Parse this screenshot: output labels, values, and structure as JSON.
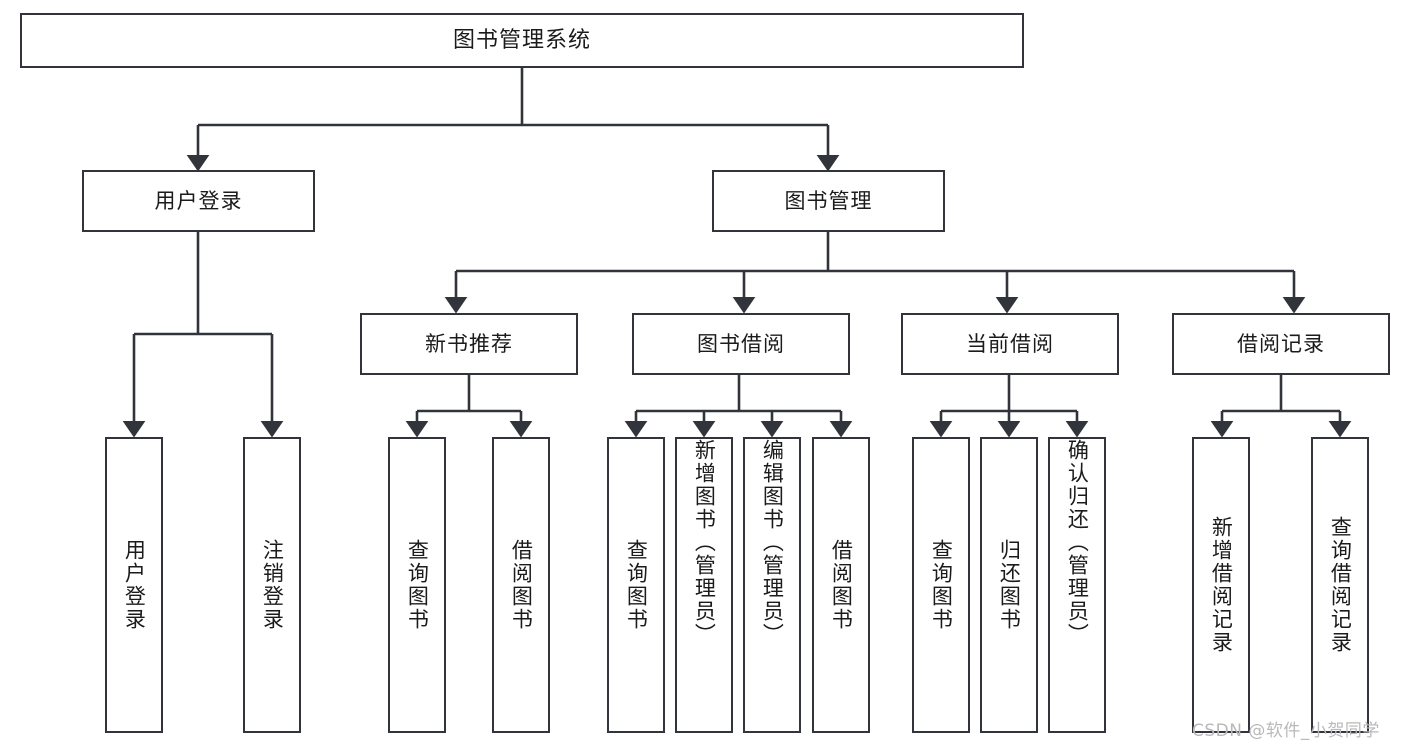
{
  "diagram": {
    "type": "tree",
    "title": "图书管理系统",
    "orientation": "top-down",
    "colors": {
      "box_border": "#31343a",
      "box_fill": "#ffffff",
      "connector": "#31343a",
      "text": "#1b1b1b",
      "watermark": "#b9b9b9",
      "background": "#ffffff"
    },
    "root": {
      "label": "图书管理系统"
    },
    "level2": [
      {
        "label": "用户登录"
      },
      {
        "label": "图书管理"
      }
    ],
    "level3": [
      {
        "label": "新书推荐"
      },
      {
        "label": "图书借阅"
      },
      {
        "label": "当前借阅"
      },
      {
        "label": "借阅记录"
      }
    ],
    "leaves": {
      "user_login": [
        {
          "label": "用户登录"
        },
        {
          "label": "注销登录"
        }
      ],
      "new_book_recommend": [
        {
          "label": "查询图书"
        },
        {
          "label": "借阅图书"
        }
      ],
      "book_borrow": [
        {
          "label": "查询图书"
        },
        {
          "label": "新增图书（管理员）"
        },
        {
          "label": "编辑图书（管理员）"
        },
        {
          "label": "借阅图书"
        }
      ],
      "current_borrow": [
        {
          "label": "查询图书"
        },
        {
          "label": "归还图书"
        },
        {
          "label": "确认归还（管理员）"
        }
      ],
      "borrow_record": [
        {
          "label": "新增借阅记录"
        },
        {
          "label": "查询借阅记录"
        }
      ]
    }
  },
  "watermark": {
    "text": "CSDN @软件_小贺同学"
  }
}
